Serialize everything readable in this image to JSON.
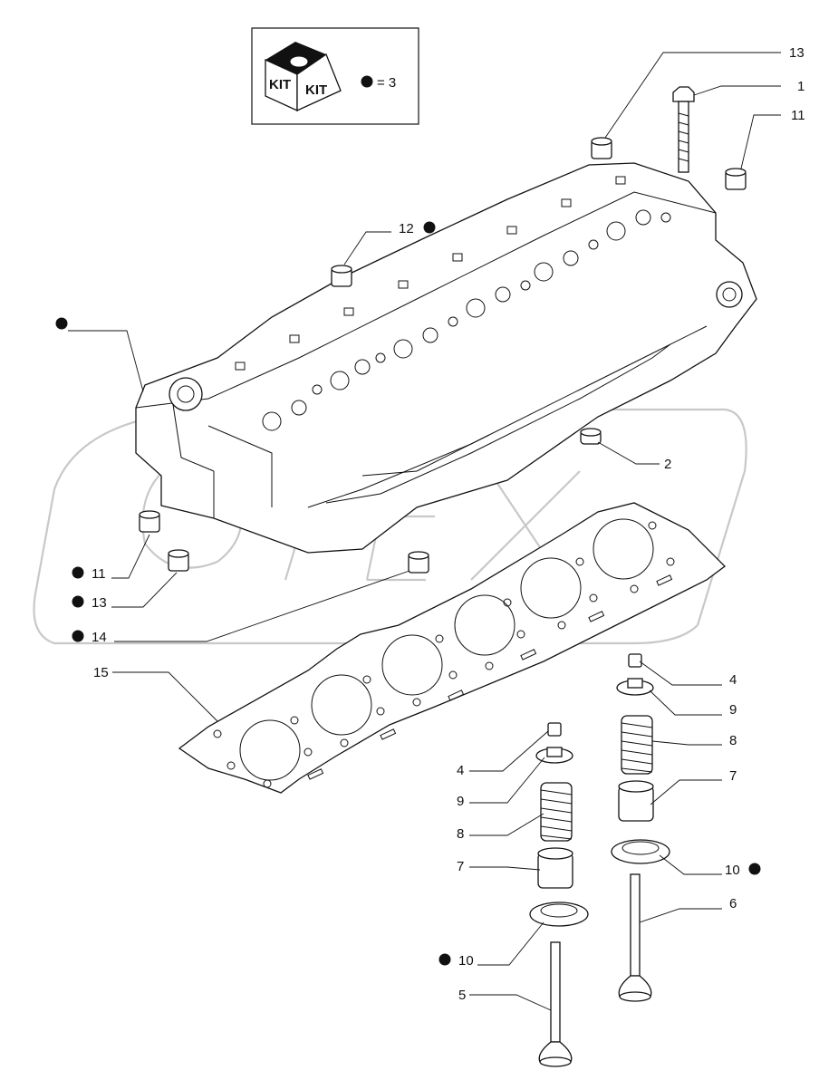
{
  "kit_box": {
    "kit_text_left": "KIT",
    "kit_text_right": "KIT",
    "legend_text": "= 3"
  },
  "watermark": "OPEX",
  "callouts": {
    "c13_top": "13",
    "c1": "1",
    "c11_top": "11",
    "c12": "12",
    "c2": "2",
    "c11_left": "11",
    "c13_left": "13",
    "c14": "14",
    "c15": "15",
    "c4_right": "4",
    "c9_right": "9",
    "c8_right": "8",
    "c7_right": "7",
    "c10_right": "10",
    "c6": "6",
    "c4_left": "4",
    "c9_left": "9",
    "c8_left": "8",
    "c7_left": "7",
    "c10_left": "10",
    "c5": "5"
  },
  "marker_color": "#111111",
  "line_color": "#111111",
  "watermark_color": "#c8c8c8"
}
